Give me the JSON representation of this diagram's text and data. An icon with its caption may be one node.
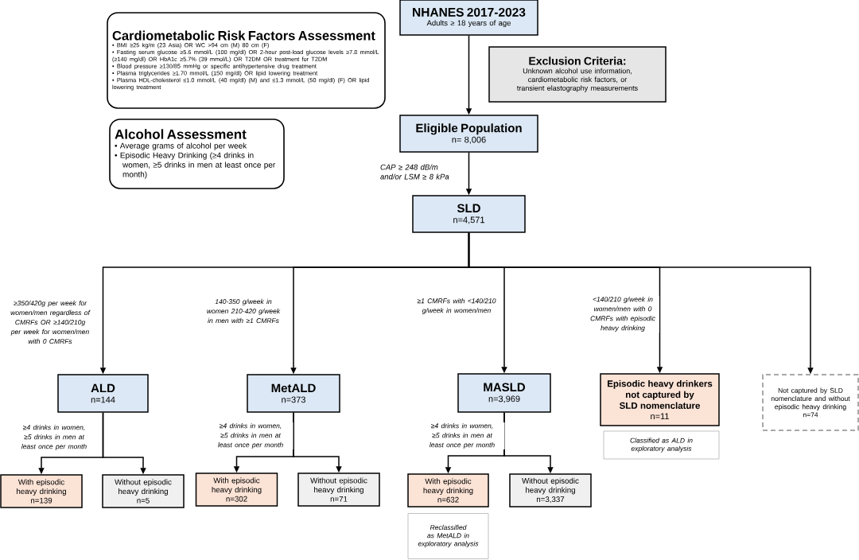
{
  "diagram": {
    "nodes": [
      {
        "text": [
          "Cardiometabolic Risk Factors Assessment",
          "• BMI ≥25 kg/m (23 Asia) OR WC >94 cm (M) 80 cm (F)",
          "• Fasting serum glucose ≥5.6 mmol/L (100 mg/dl) OR 2-hour post-load glucose levels ≥7.8 mmol/L (≥140 mg/dl) OR HbA1c ≥5.7% (39 mmol/L) OR T2DM OR treatment for T2DM",
          "• Blood pressure ≥130/85 mmHg or specific antihypertensive drug treatment",
          "• Plasma triglycerides ≥1.70 mmol/L (150 mg/dl) OR lipid lowering treatment",
          "• Plasma HDL-cholesterol ≤1.0 mmol/L (40 mg/dl) (M) and ≤1.3 mmol/L (50 mg/dl) (F) OR lipid lowering treatment"
        ]
      },
      {
        "text": [
          "Alcohol Assessment",
          "• Average grams of alcohol per week",
          "• Episodic Heavy Drinking (≥4 drinks in women, ≥5 drinks in men at least once per month)"
        ]
      },
      {
        "text": [
          "NHANES 2017-2023",
          "Adults ≥ 18 years of age"
        ]
      },
      {
        "text": [
          "Exclusion Criteria:",
          "Unknown alcohol use information, cardiometabolic risk factors, or transient elastography measurements"
        ]
      },
      {
        "text": [
          "Eligible Population",
          "n= 8,006"
        ]
      },
      {
        "text": [
          "SLD",
          "n=4,571"
        ]
      },
      {
        "text": [
          "ALD",
          "n=144"
        ]
      },
      {
        "text": [
          "MetALD",
          "n=373"
        ]
      },
      {
        "text": [
          "MASLD",
          "n=3,969"
        ]
      },
      {
        "text": [
          "Episodic heavy drinkers not captured by SLD nomenclature",
          "n=11"
        ]
      },
      {
        "text": [
          "Not captured by SLD nomenclature and without episodic heavy drinking",
          "n=74"
        ]
      },
      {
        "text": [
          "With episodic heavy drinking",
          "n=139"
        ]
      },
      {
        "text": [
          "Without episodic heavy drinking",
          "n=5"
        ]
      },
      {
        "text": [
          "With episodic heavy drinking",
          "n=302"
        ]
      },
      {
        "text": [
          "Without episodic heavy drinking",
          "n=71"
        ]
      },
      {
        "text": [
          "With episodic heavy drinking",
          "n=632"
        ]
      },
      {
        "text": [
          "Without episodic heavy drinking",
          "n=3,337"
        ]
      },
      {
        "text": [
          "Classified as ALD in exploratory analysis"
        ]
      },
      {
        "text": [
          "Reclassified as MetALD in exploratory analysis"
        ]
      }
    ],
    "edges": [
      {
        "from": 2,
        "to": 4,
        "arrow": "to"
      },
      {
        "from": 4,
        "to": 5,
        "arrow": "to",
        "label": "CAP ≥ 248 dB/m and/or LSM ≥ 8 kPa"
      },
      {
        "from": 5,
        "to": 6,
        "arrow": "to",
        "label": "≥350/420g per week for women/men regardless of CMRFs OR ≥140/210g per week for women/men with 0 CMRFs"
      },
      {
        "from": 5,
        "to": 7,
        "arrow": "to",
        "label": "140-350 g/week in women 210-420 g/week in men with ≥1 CMRFs"
      },
      {
        "from": 5,
        "to": 8,
        "arrow": "to",
        "label": "≥1 CMRFs with <140/210 g/week in women/men"
      },
      {
        "from": 5,
        "to": 9,
        "arrow": "to",
        "label": "<140/210 g/week in women/men with 0 CMRFs with episodic heavy drinking"
      },
      {
        "from": 5,
        "to": 10,
        "arrow": "to"
      },
      {
        "from": 6,
        "to": 11,
        "arrow": "to",
        "label": "≥4 drinks in women, ≥5 drinks in men at least once per month"
      },
      {
        "from": 6,
        "to": 12,
        "arrow": "to"
      },
      {
        "from": 7,
        "to": 13,
        "arrow": "to",
        "label": "≥4 drinks in women, ≥5 drinks in men at least once per month"
      },
      {
        "from": 7,
        "to": 14,
        "arrow": "to"
      },
      {
        "from": 8,
        "to": 15,
        "arrow": "to",
        "label": "≥4 drinks in women, ≥5 drinks in men at least once per month"
      },
      {
        "from": 8,
        "to": 16,
        "arrow": "to"
      }
    ]
  }
}
